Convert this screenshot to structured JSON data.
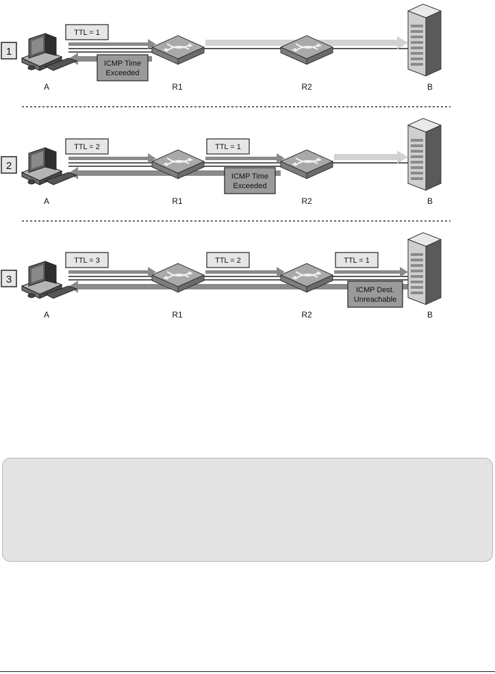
{
  "steps": [
    {
      "number": "1",
      "nodes": {
        "host": "A",
        "r1": "R1",
        "r2": "R2",
        "server": "B"
      },
      "forward": [
        "TTL = 1"
      ],
      "reply": [
        "ICMP Time",
        "Exceeded"
      ]
    },
    {
      "number": "2",
      "nodes": {
        "host": "A",
        "r1": "R1",
        "r2": "R2",
        "server": "B"
      },
      "forward": [
        "TTL = 2",
        "TTL = 1"
      ],
      "reply": [
        "ICMP Time",
        "Exceeded"
      ]
    },
    {
      "number": "3",
      "nodes": {
        "host": "A",
        "r1": "R1",
        "r2": "R2",
        "server": "B"
      },
      "forward": [
        "TTL = 3",
        "TTL = 2",
        "TTL = 1"
      ],
      "reply": [
        "ICMP Dest.",
        "Unreachable"
      ]
    }
  ],
  "colors": {
    "packet_box": "#e6e6e6",
    "reply_box": "#9a9a9a",
    "arrow_light": "#cfcfcf",
    "arrow_dark": "#777777",
    "router": "#9d9d9d",
    "note_background": "#e3e3e3"
  }
}
